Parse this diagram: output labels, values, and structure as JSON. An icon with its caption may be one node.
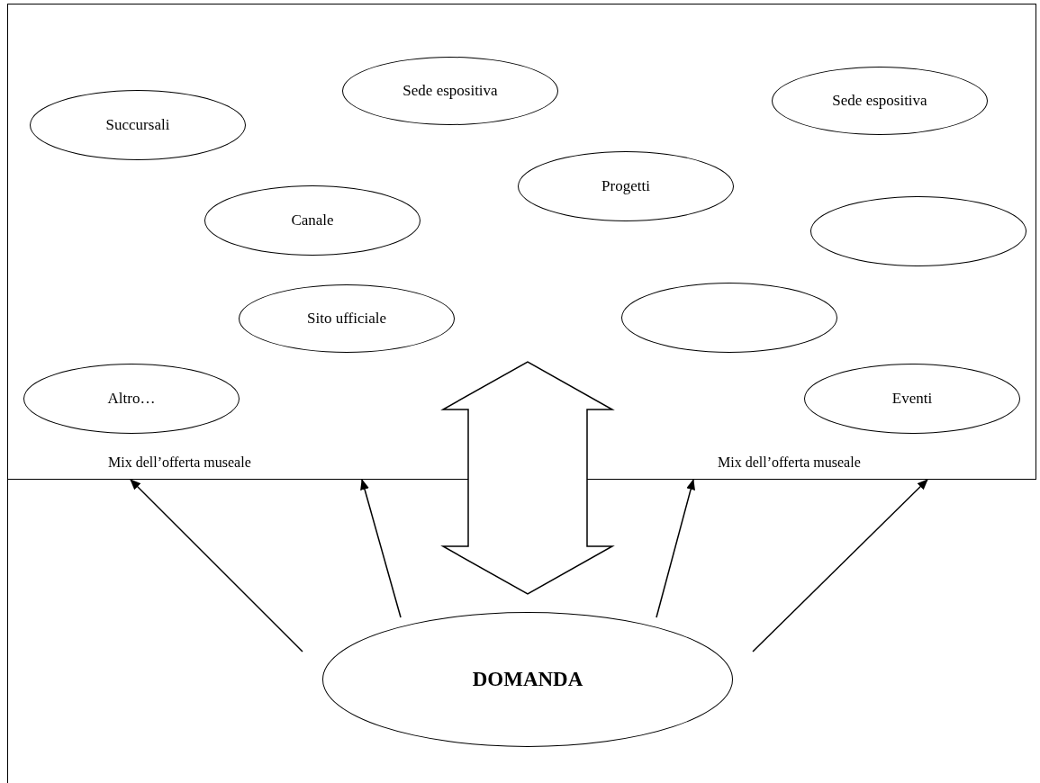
{
  "diagram": {
    "nodes": [
      {
        "text": [],
        "shape": "box"
      },
      {
        "text": [
          "Succursali"
        ],
        "in": 0
      },
      {
        "text": [
          "Sede espositiva"
        ],
        "in": 0
      },
      {
        "text": [
          "Sede espositiva"
        ],
        "in": 0
      },
      {
        "text": [
          "Progetti"
        ],
        "in": 0
      },
      {
        "text": [
          "Canale"
        ],
        "in": 0
      },
      {
        "text": [],
        "shape": "circle",
        "in": 0
      },
      {
        "text": [],
        "shape": "circle",
        "in": 0
      },
      {
        "text": [
          "Sito ufficiale"
        ],
        "in": 0
      },
      {
        "text": [
          "Altro…"
        ],
        "in": 0
      },
      {
        "text": [
          "Eventi"
        ],
        "in": 0
      },
      {
        "text": [
          "DOMANDA"
        ]
      }
    ],
    "edges": [
      {
        "from": 11,
        "to": 0,
        "arrow": "to"
      },
      {
        "from": 11,
        "to": 0,
        "arrow": "to"
      },
      {
        "from": 11,
        "to": 0,
        "arrow": "both",
        "style": "thick"
      },
      {
        "from": 11,
        "to": 0,
        "arrow": "to"
      },
      {
        "from": 11,
        "to": 0,
        "arrow": "to"
      }
    ],
    "labels": [
      "Mix dell’offerta museale",
      "Mix dell’offerta museale"
    ]
  }
}
